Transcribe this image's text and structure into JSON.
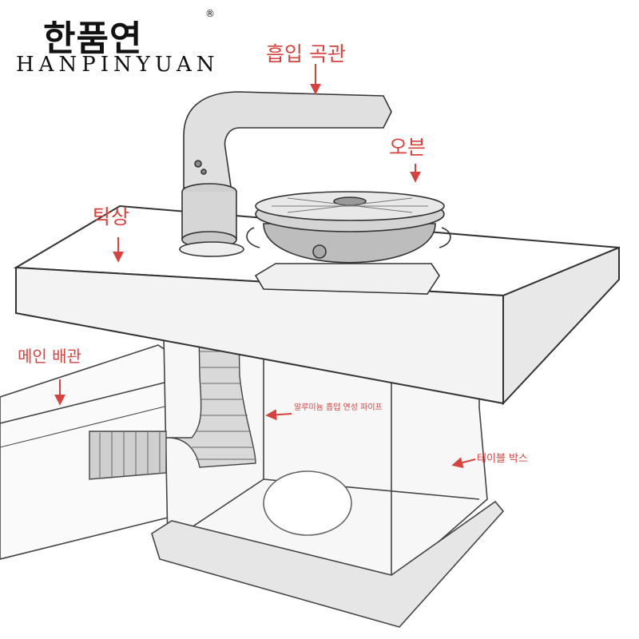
{
  "brand": {
    "korean": "한품연",
    "english": "HANPINYUAN",
    "registered": "®"
  },
  "labels": {
    "intake_elbow": "흡입 곡관",
    "oven": "오븐",
    "table_top": "탁상",
    "main_pipe": "메인 배관",
    "aluminum_pipe": "알루미늄 흡입 연성 파이프",
    "table_box": "테이블 박스"
  },
  "colors": {
    "label": "#d8423e",
    "line": "#333333",
    "background": "#ffffff"
  }
}
